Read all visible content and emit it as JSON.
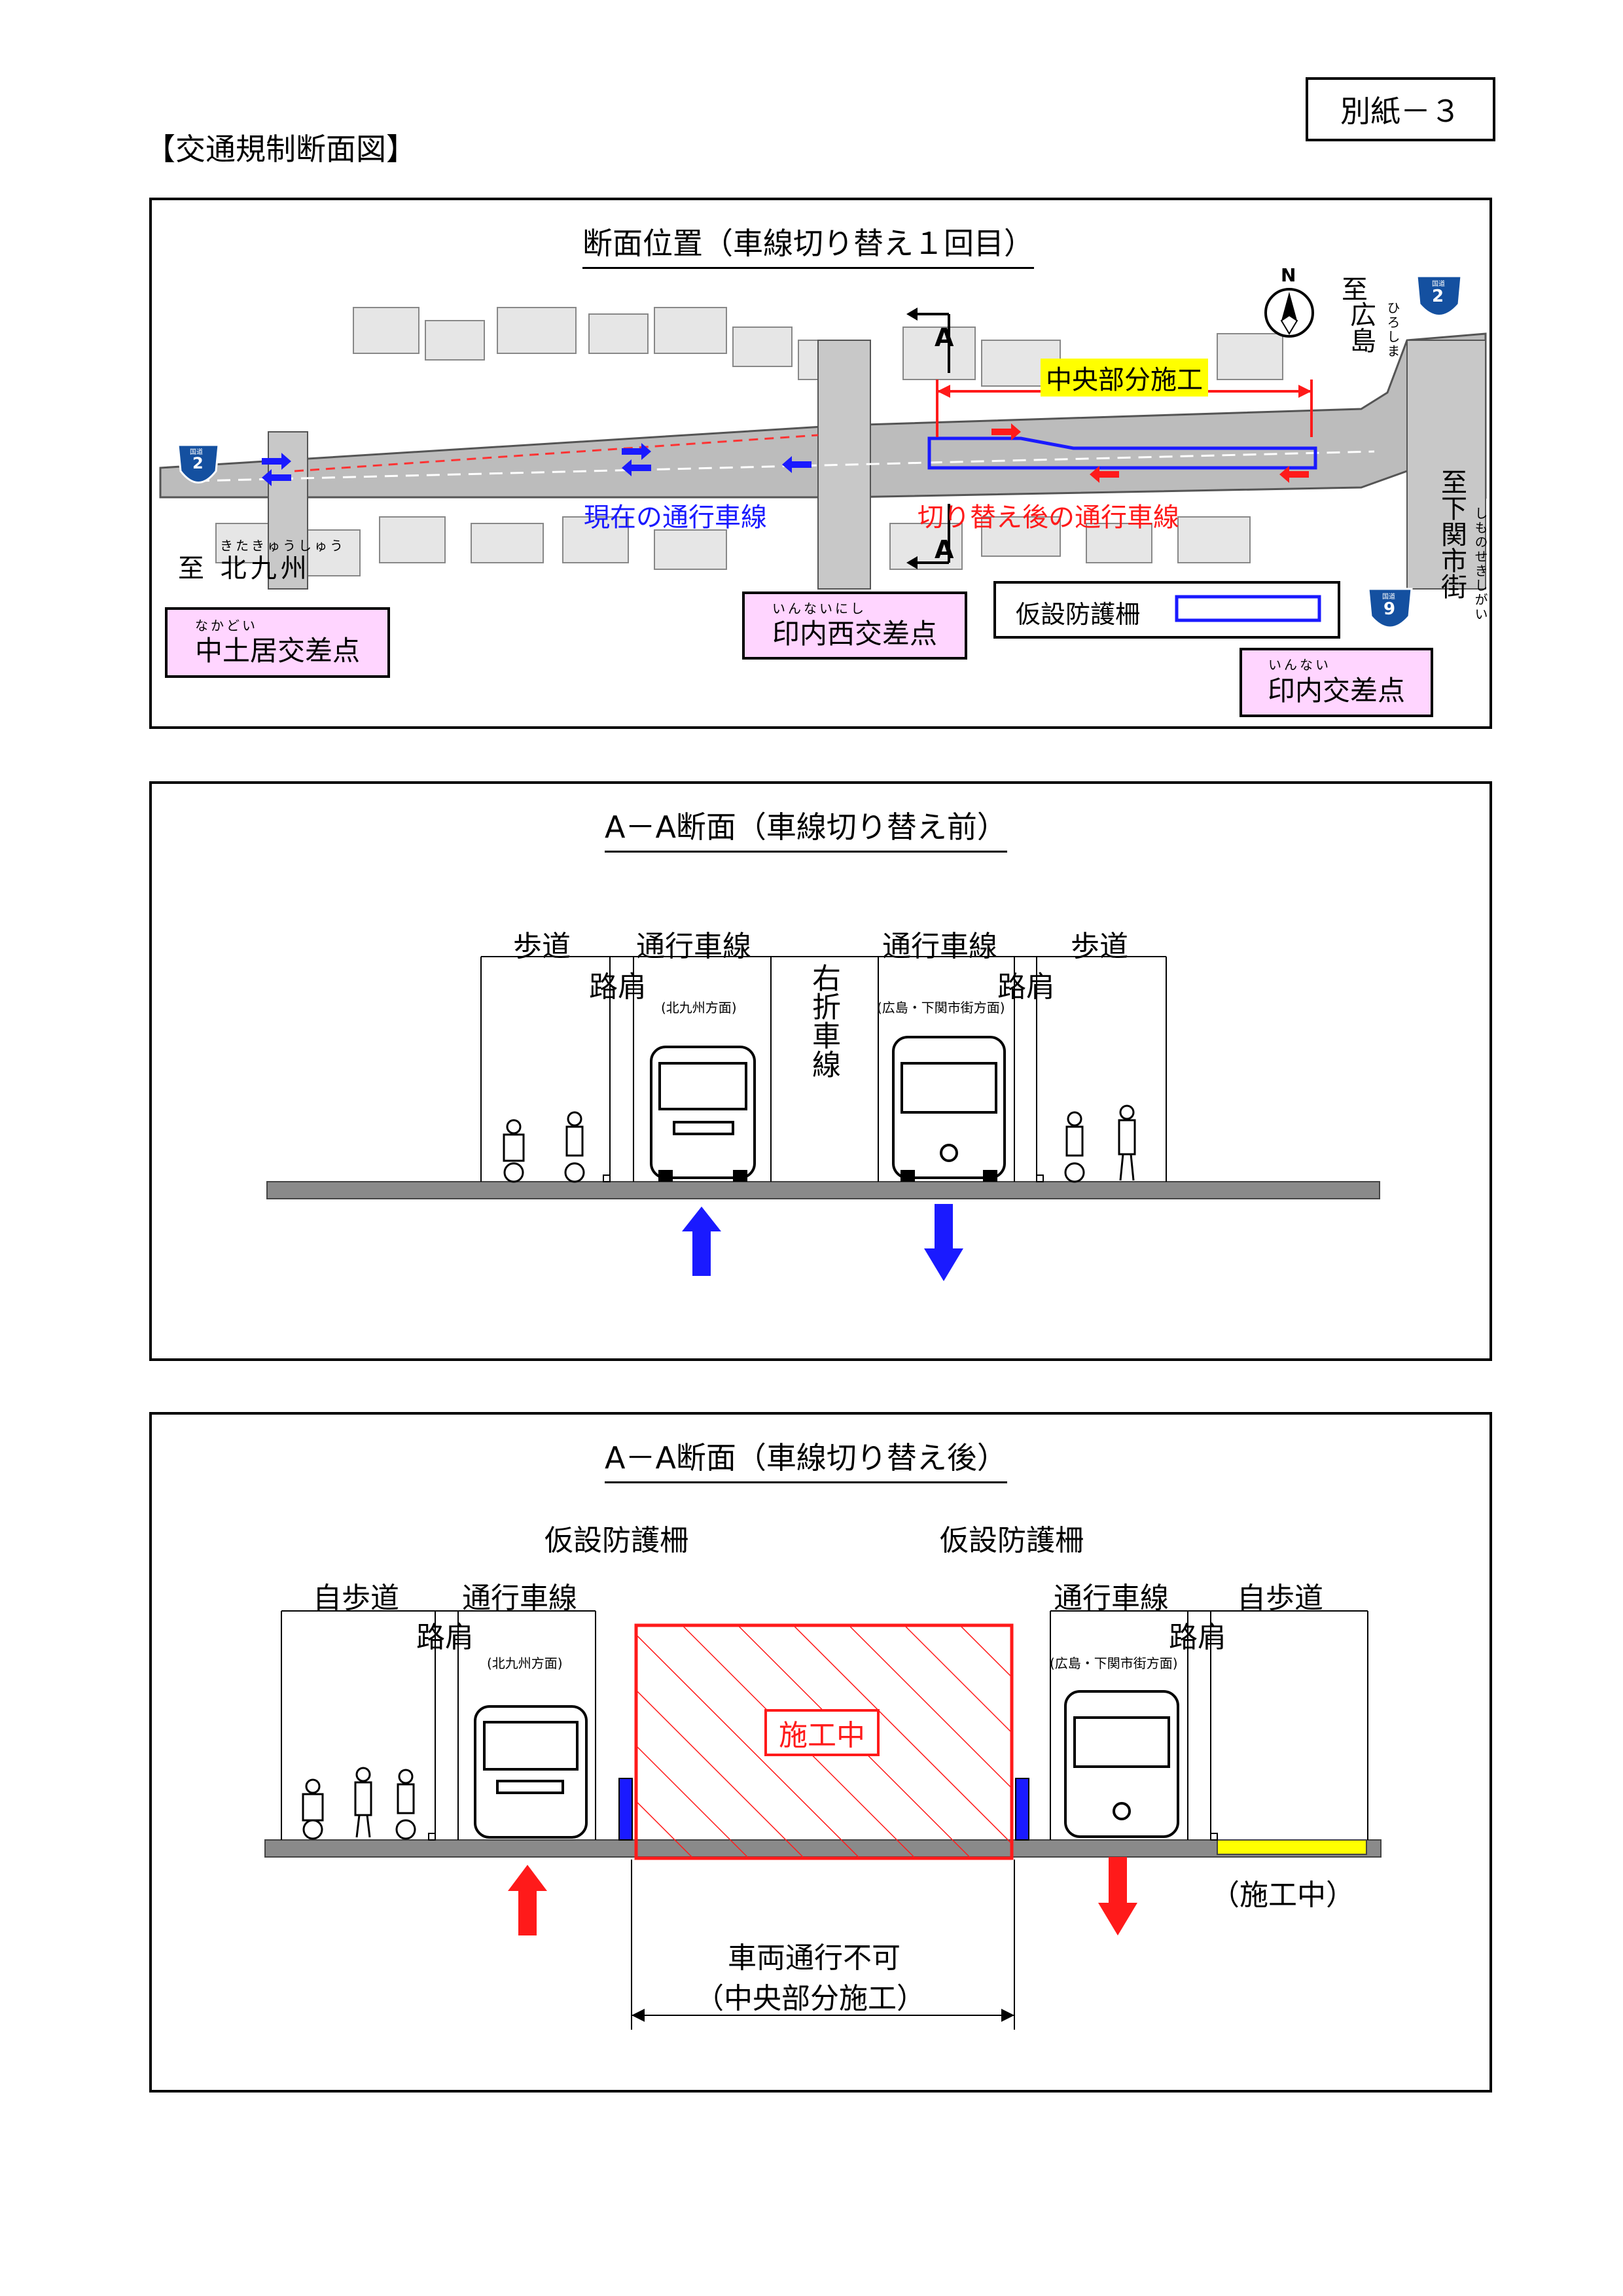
{
  "attachment_label": "別紙－３",
  "page_heading": "【交通規制断面図】",
  "plan": {
    "title": "断面位置（車線切り替え１回目）",
    "center_work": "中央部分施工",
    "current_lanes": "現在の通行車線",
    "switched_lanes": "切り替え後の通行車線",
    "section_marker": "A",
    "north": "N",
    "to_hiroshima": {
      "prefix": "至",
      "name": "広島",
      "ruby": "ひろしま"
    },
    "to_kitakyushu": {
      "text": "至 北九州",
      "ruby": "きたきゅうしゅう"
    },
    "to_shimonoseki": {
      "text": "至下関市街",
      "ruby": "しものせきしがい"
    },
    "route_sign_2": "2",
    "route_sign_9": "9",
    "route_sign_caption": "国道",
    "legend": "仮設防護柵",
    "intersections": {
      "nakadoi": {
        "name": "中土居交差点",
        "ruby": "なかどい"
      },
      "innainishi": {
        "name": "印内西交差点",
        "ruby": "いんないにし"
      },
      "innai": {
        "name": "印内交差点",
        "ruby": "いんない"
      }
    },
    "colors": {
      "current": "#1a1aff",
      "switched": "#ff1a1a",
      "highlight": "#ffff00",
      "box_fill": "#ffd5ff"
    }
  },
  "section_before": {
    "title": "A－A断面（車線切り替え前）",
    "sidewalk": "歩道",
    "lane": "通行車線",
    "shoulder": "路肩",
    "right_turn": "右折車線",
    "dir_north": "(北九州方面)",
    "dir_south": "(広島・下関市街方面)"
  },
  "section_after": {
    "title": "A－A断面（車線切り替え後）",
    "barrier": "仮設防護柵",
    "bike_sidewalk": "自歩道",
    "lane": "通行車線",
    "shoulder": "路肩",
    "dir_north": "(北九州方面)",
    "dir_south": "(広島・下関市街方面)",
    "under_construction": "施工中",
    "under_construction_paren": "（施工中）",
    "no_traffic": "車両通行不可",
    "no_traffic_sub": "（中央部分施工）"
  }
}
